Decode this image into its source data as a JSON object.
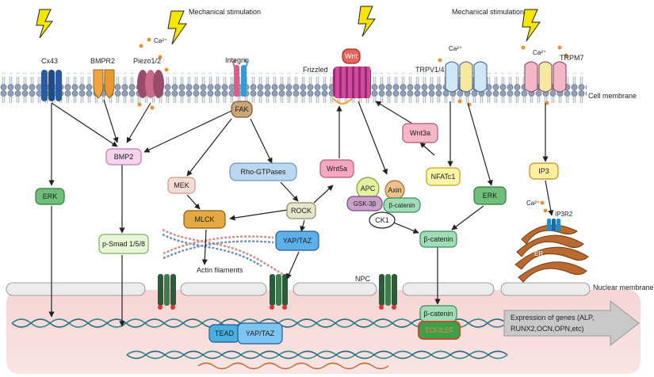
{
  "labels": {
    "mech_stim_left": "Mechanical  stimulation",
    "mech_stim_right": "Mechanical  stimulation",
    "cell_membrane": "Cell membrane",
    "nuclear_membrane": "Nuclear membrane",
    "actin": "Actin filaments",
    "npc": "NPC",
    "er": "ER",
    "ca_1": "Ca²⁺",
    "ca_2": "Ca²⁺",
    "ca_3": "Ca²⁺",
    "ca_4": "Ca²⁺"
  },
  "receptors": {
    "cx43": "Cx43",
    "bmpr2": "BMPR2",
    "piezo": "Piezo1/2",
    "integrin": "Integrin",
    "frizzled": "Frizzled",
    "trpv": "TRPV1/4",
    "trpm7": "TRPM7"
  },
  "nodes": {
    "fak": "FAK",
    "wnt": "Wnt",
    "bmp2": "BMP2",
    "erk_left": "ERK",
    "mek": "MEK",
    "rho": "Rho-GTPases",
    "mlck": "MLCK",
    "rock": "ROCK",
    "yap_taz": "YAP/TAZ",
    "wnt5a": "Wnt5a",
    "wnt3a": "Wnt3a",
    "nfatc1": "NFATc1",
    "erk_right": "ERK",
    "apc": "APC",
    "axin": "Axin",
    "gsk": "GSK-3β",
    "bcat_complex": "β-catenin",
    "ck1": "CK1",
    "bcat_mid": "β-catenin",
    "psmad": "p-Smad 1/5/8",
    "ip3": "IP3",
    "ip3r2": "IP3R2",
    "bcat_nuc": "β-catenin",
    "tcf": "TCF/LEF",
    "tead": "TEAD",
    "yap_taz_nuc": "YAP/TAZ"
  },
  "expression": {
    "line1": "Expression of genes (ALP,",
    "line2": "RUNX2,OCN,OPN,etc)"
  }
}
